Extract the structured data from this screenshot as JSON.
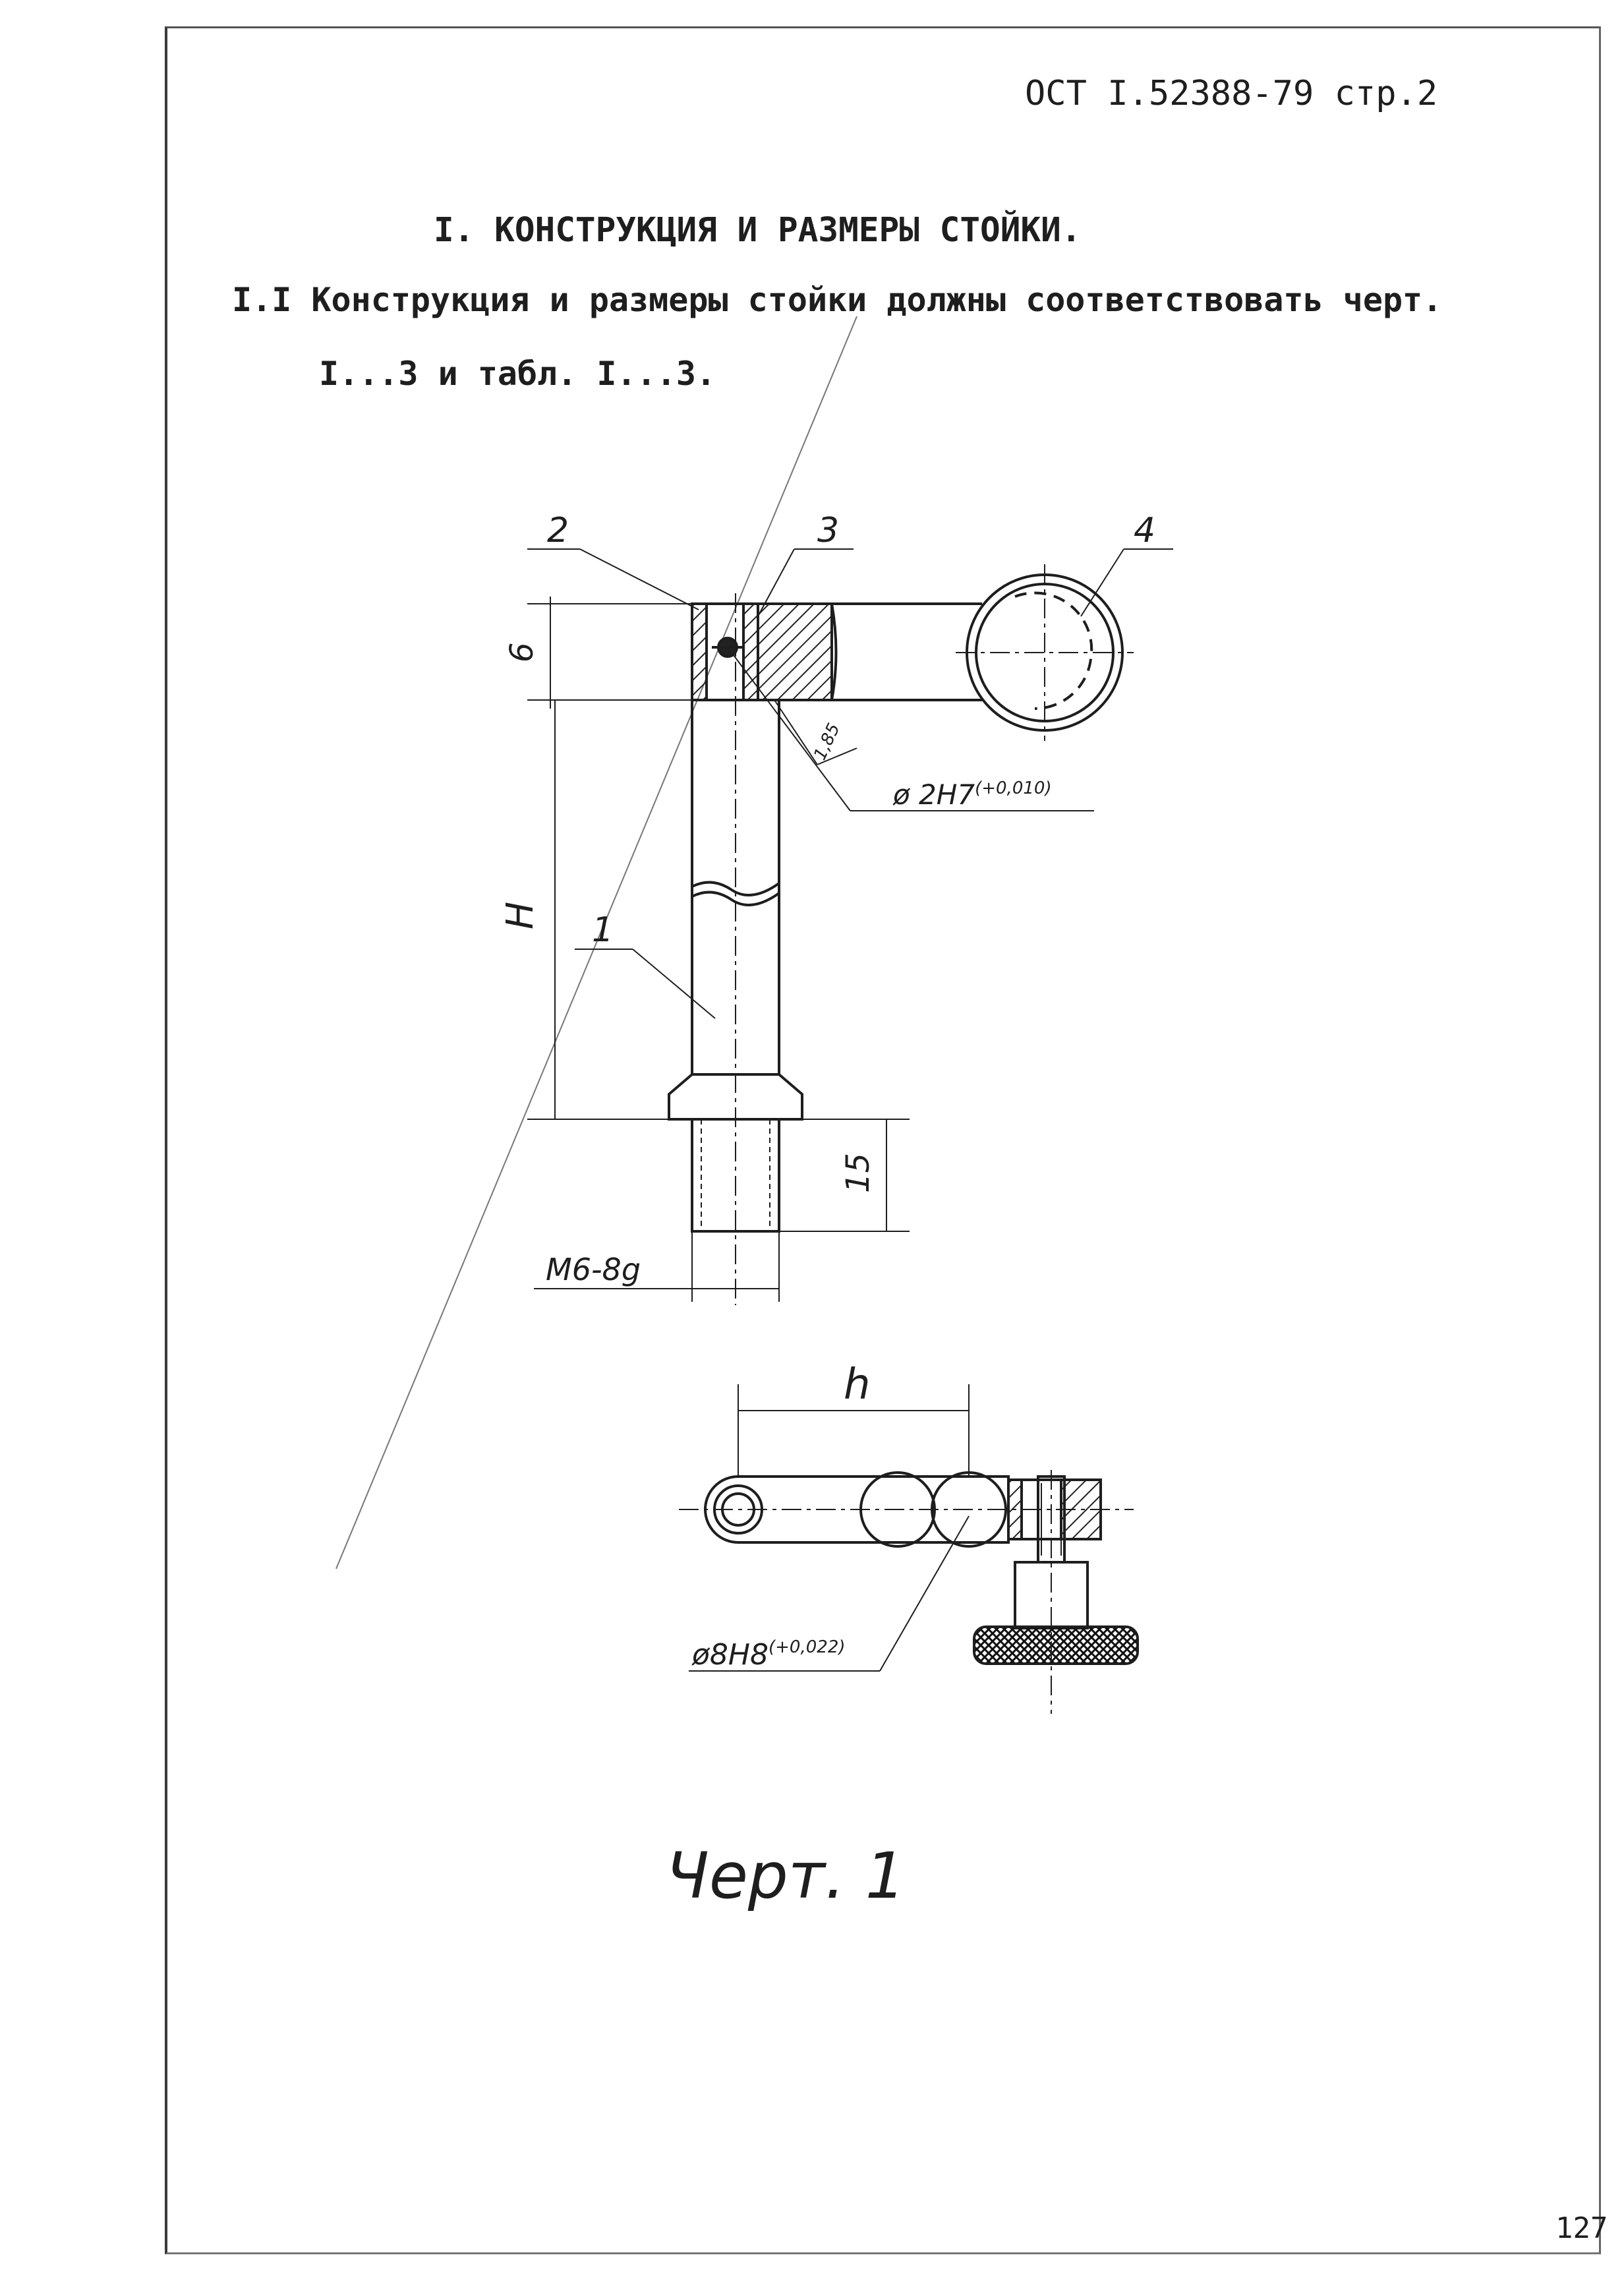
{
  "header": {
    "doc_ref": "ОСТ I.52388-79 стр.2"
  },
  "section": {
    "title": "I. КОНСТРУКЦИЯ И РАЗМЕРЫ СТОЙКИ.",
    "paragraph_line1": "I.I Конструкция и размеры стойки должны соответствовать черт.",
    "paragraph_line2": "I...3 и табл. I...3."
  },
  "drawing": {
    "callouts": {
      "c1": "1",
      "c2": "2",
      "c3": "3",
      "c4": "4"
    },
    "dims": {
      "d6": "6",
      "H": "H",
      "d15": "15",
      "thread": "M6-8g",
      "hole_tol": "ø 2H7",
      "hole_tol_sup": "(+0,010)",
      "angle": "1,85",
      "h": "h",
      "bore_tol": "ø8H8",
      "bore_tol_sup": "(+0,022)"
    },
    "caption": "Черт. 1"
  },
  "footer": {
    "page_number": "127"
  }
}
